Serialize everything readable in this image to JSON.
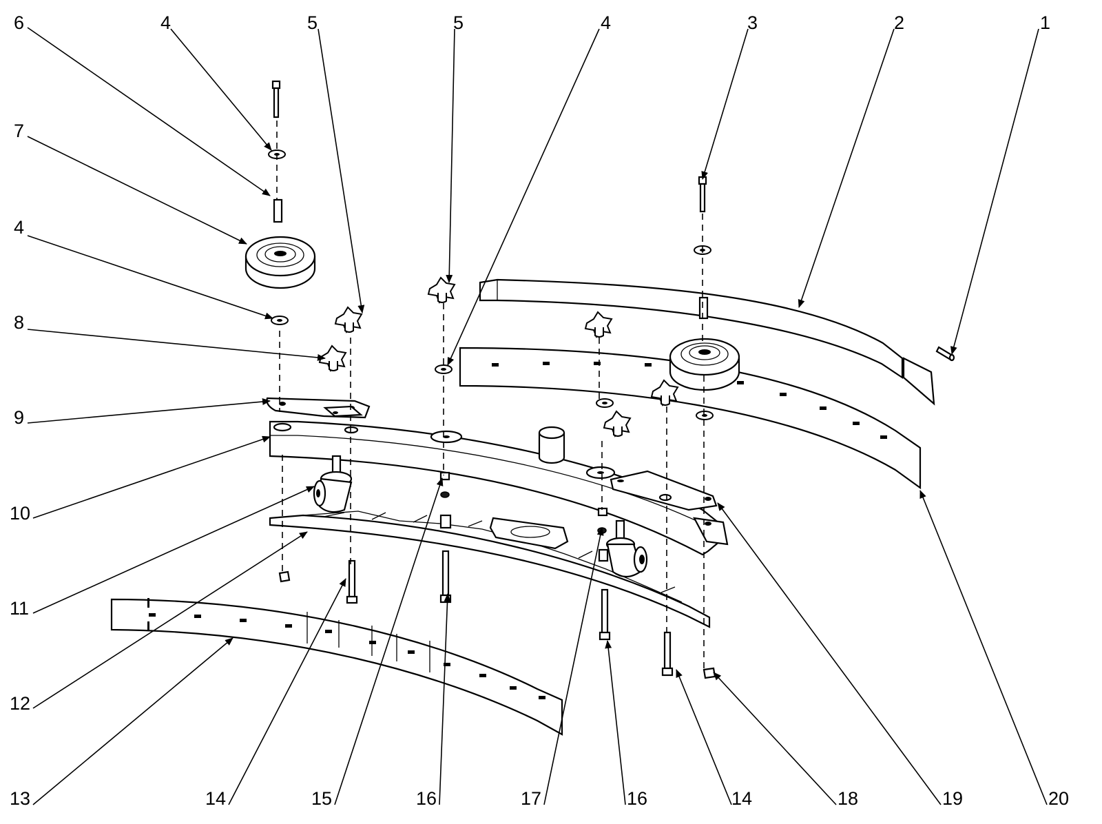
{
  "callouts": {
    "c1": "1",
    "c2": "2",
    "c3": "3",
    "c4a": "4",
    "c4b": "4",
    "c4c": "4",
    "c5a": "5",
    "c5b": "5",
    "c6": "6",
    "c7": "7",
    "c8": "8",
    "c9": "9",
    "c10": "10",
    "c11": "11",
    "c12": "12",
    "c13": "13",
    "c14a": "14",
    "c14b": "14",
    "c15": "15",
    "c16a": "16",
    "c16b": "16",
    "c17": "17",
    "c18": "18",
    "c19": "19",
    "c20": "20"
  }
}
